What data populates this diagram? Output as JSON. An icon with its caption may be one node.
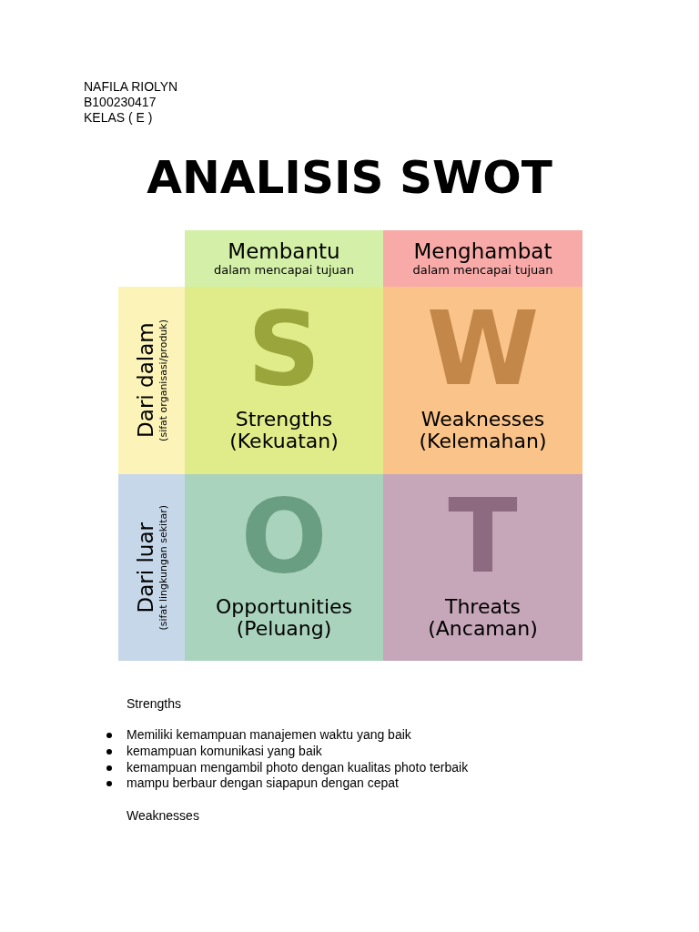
{
  "diagram": {
    "title": "ANALISIS SWOT",
    "nodes": [
      {
        "text": [
          "Membantu",
          "dalam mencapai tujuan"
        ]
      },
      {
        "text": [
          "Menghambat",
          "dalam mencapai tujuan"
        ]
      },
      {
        "text": [
          "Dari dalam",
          "(sifat organisasi/produk)"
        ]
      },
      {
        "text": [
          "S",
          "Strengths (Kekuatan)"
        ]
      },
      {
        "text": [
          "W",
          "Weaknesses (Kelemahan)"
        ]
      },
      {
        "text": [
          "Dari luar",
          "(sifat lingkungan sekitar)"
        ]
      },
      {
        "text": [
          "O",
          "Opportunities (Peluang)"
        ]
      },
      {
        "text": [
          "T",
          "Threats (Ancaman)"
        ]
      }
    ],
    "labels": [
      "NAFILA RIOLYN",
      "B100230417",
      "KELAS ( E )",
      "Strengths",
      "Memiliki kemampuan manajemen waktu yang baik",
      "kemampuan komunikasi yang baik",
      "kemampuan mengambil photo dengan kualitas photo terbaik",
      "mampu berbaur dengan siapapun dengan cepat",
      "Weaknesses"
    ]
  }
}
